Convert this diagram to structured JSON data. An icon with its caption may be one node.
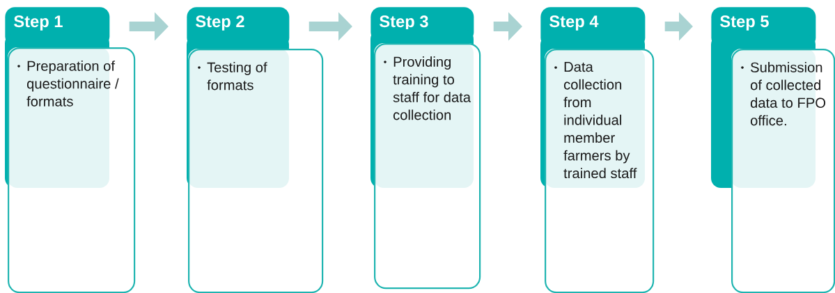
{
  "diagram": {
    "nodes": [
      {
        "text": [
          "Step 1"
        ]
      },
      {
        "text": [
          "Preparation of questionnaire / formats"
        ]
      },
      {
        "text": [
          "Step 2"
        ]
      },
      {
        "text": [
          "Testing of formats"
        ]
      },
      {
        "text": [
          "Step 3"
        ]
      },
      {
        "text": [
          "Providing training to staff for data collection"
        ]
      },
      {
        "text": [
          "Step 4"
        ]
      },
      {
        "text": [
          "Data collection from individual member farmers by trained staff"
        ]
      },
      {
        "text": [
          "Step 5"
        ]
      },
      {
        "text": [
          "Submission of collected data to FPO office."
        ]
      }
    ],
    "edges": [
      {
        "from": 0,
        "to": 2,
        "arrow": "to"
      },
      {
        "from": 2,
        "to": 4,
        "arrow": "to"
      },
      {
        "from": 4,
        "to": 6,
        "arrow": "to"
      },
      {
        "from": 6,
        "to": 8,
        "arrow": "to"
      }
    ]
  }
}
